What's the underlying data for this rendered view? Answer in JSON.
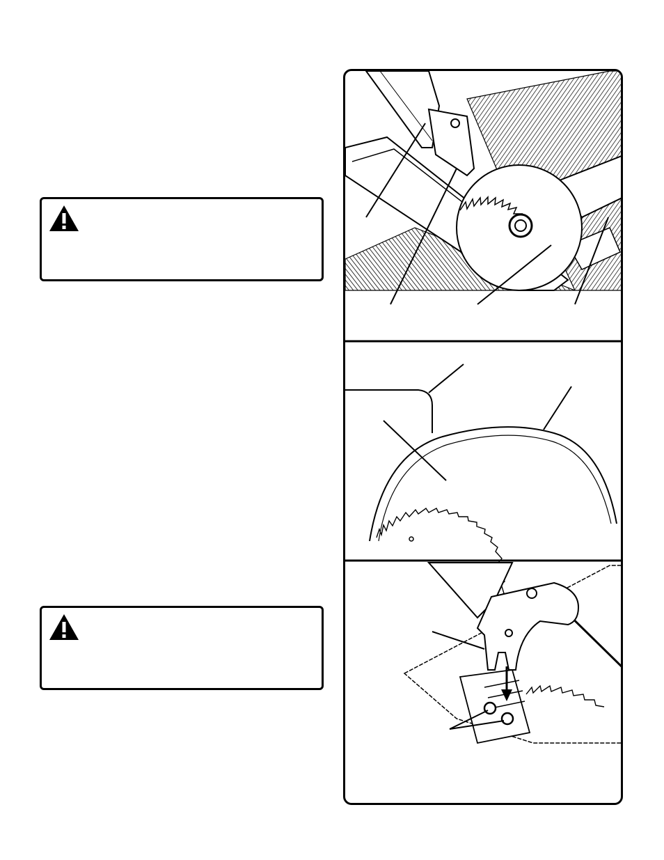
{
  "page": {
    "warning_boxes": [
      {
        "icon": "warning-triangle-icon"
      },
      {
        "icon": "warning-triangle-icon"
      }
    ],
    "figures": [
      {
        "name": "saw-table-top-view"
      },
      {
        "name": "blade-guard-closeup"
      },
      {
        "name": "riving-knife-installation"
      }
    ]
  }
}
